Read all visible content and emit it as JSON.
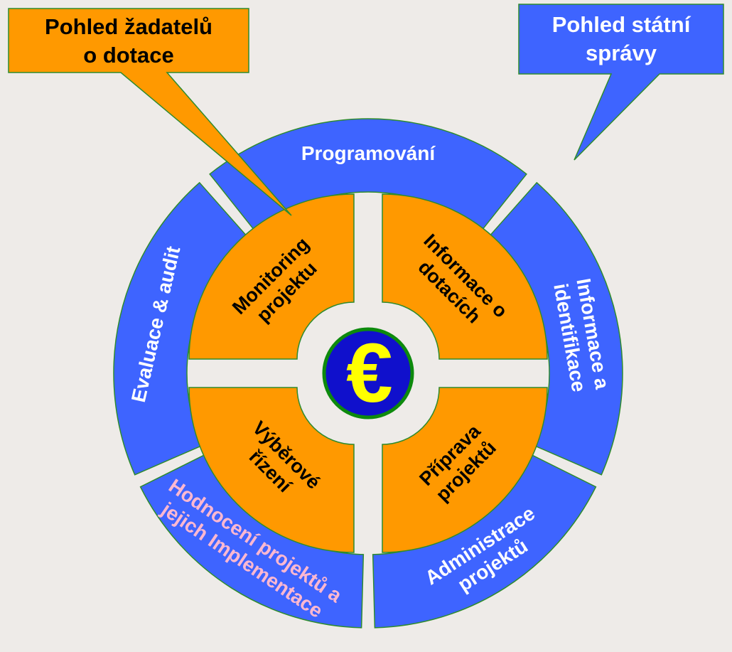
{
  "callouts": {
    "applicants": [
      "Pohled žadatelů",
      "o dotace"
    ],
    "state": [
      "Pohled státní",
      "správy"
    ]
  },
  "outer_ring": {
    "programming": [
      "Programování"
    ],
    "info_identification": [
      "Informace a",
      "identifikace"
    ],
    "administration": [
      "Administrace",
      "projektů"
    ],
    "evaluation_implementation": [
      "Hodnocení projektů a",
      "jejich Implementace"
    ],
    "evaluation_audit": [
      "Evaluace & audit"
    ]
  },
  "inner_ring": {
    "monitoring": [
      "Monitoring",
      "projektu"
    ],
    "subsidy_info": [
      "Informace o",
      "dotacích"
    ],
    "preparation": [
      "Příprava",
      "projektů"
    ],
    "selection": [
      "Výběrové",
      "řízení"
    ]
  },
  "center": {
    "symbol": "€",
    "icon": "euro-icon"
  },
  "colors": {
    "background": "#eeebe8",
    "blue": "#3e64ff",
    "orange": "#ff9900",
    "border_green": "#2e8b2e",
    "white": "#ffffff",
    "pink": "#ffb8d0",
    "center_fill": "#1010cc",
    "center_ring": "#0d8a0d",
    "euro": "#ffff00"
  }
}
